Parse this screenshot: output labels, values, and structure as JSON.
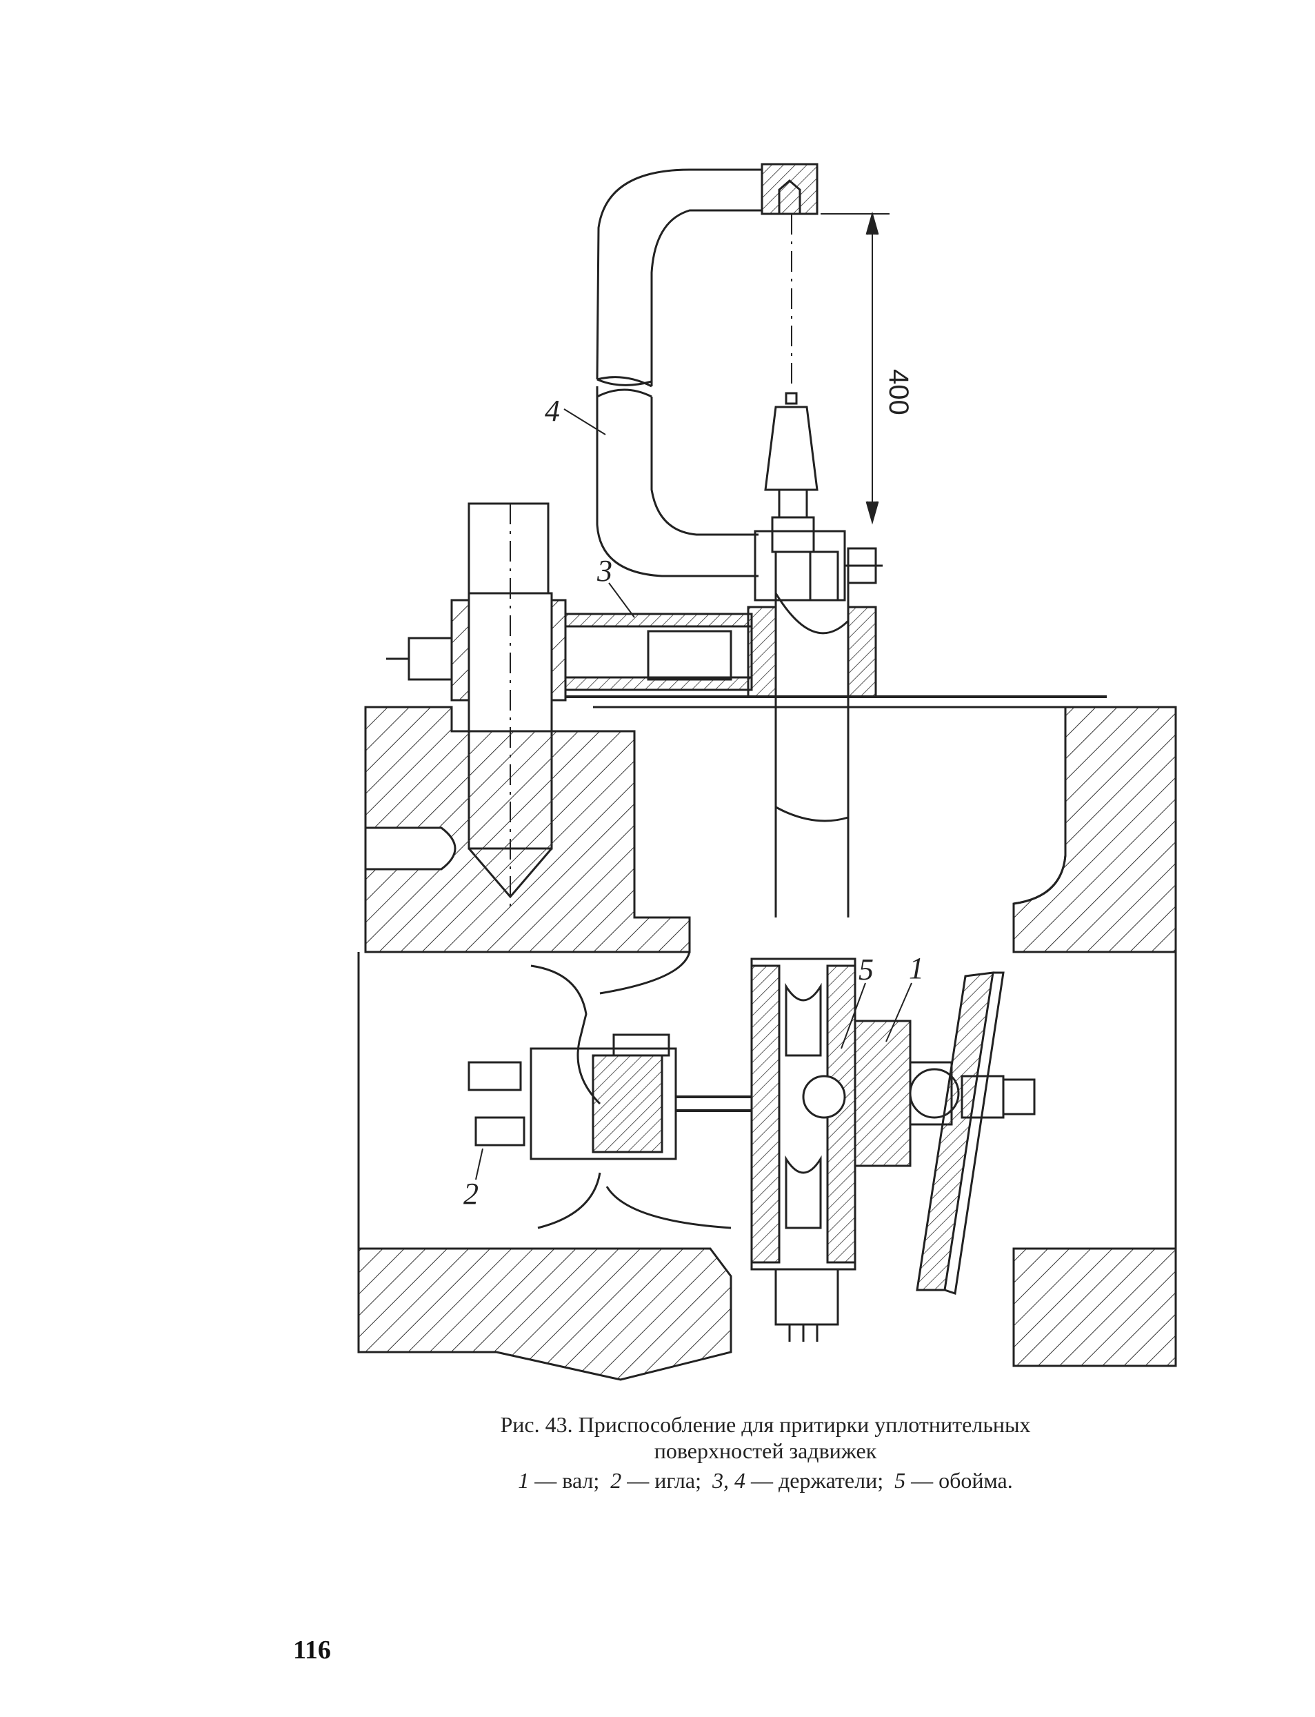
{
  "figure": {
    "callouts": [
      "1",
      "2",
      "3",
      "4",
      "5"
    ],
    "dimension": "400"
  },
  "caption": {
    "line1": "Рис. 43. Приспособление для притирки уплотнительных",
    "line2": "поверхностей задвижек"
  },
  "legend": {
    "items": [
      {
        "num": "1",
        "text": "— вал;"
      },
      {
        "num": "2",
        "text": "— игла;"
      },
      {
        "num": "3, 4",
        "text": "— держатели;"
      },
      {
        "num": "5",
        "text": "— обойма."
      }
    ]
  },
  "page_number": "116"
}
